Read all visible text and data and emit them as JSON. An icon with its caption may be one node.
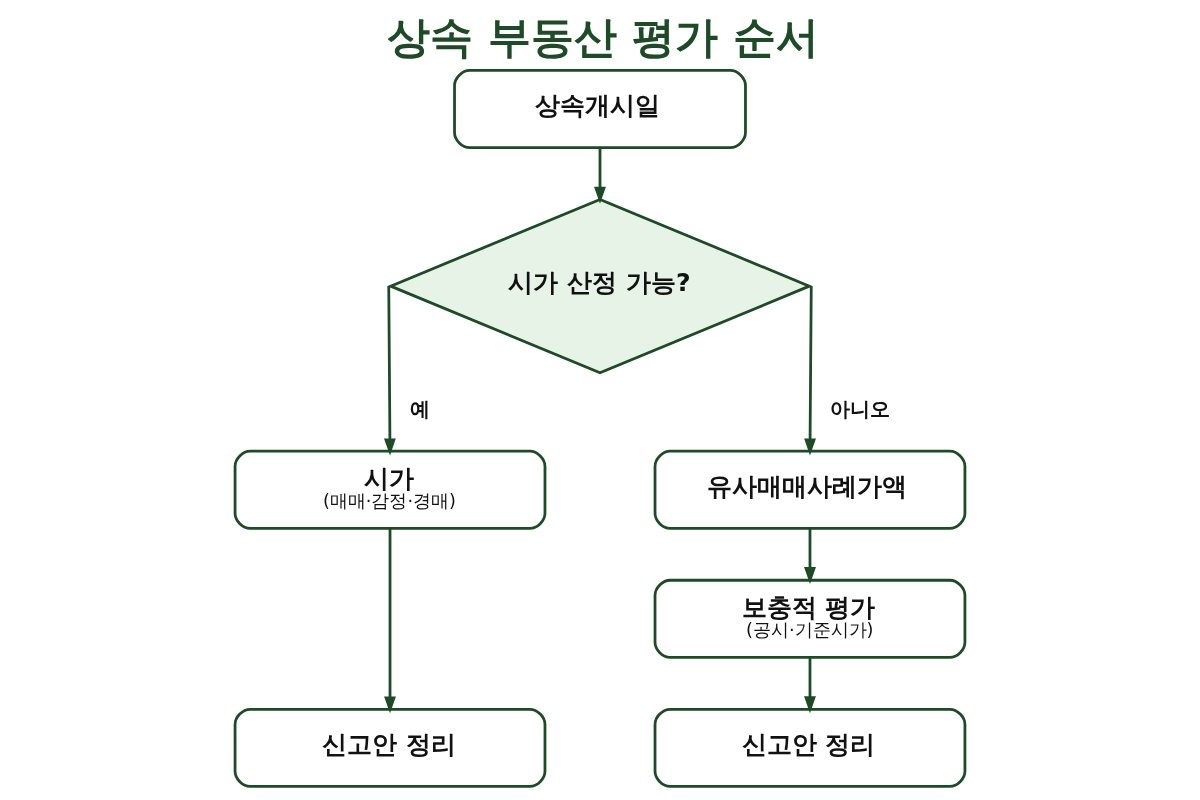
{
  "diagram": {
    "title": "상속 부동산 평가 순서",
    "nodes": [
      {
        "text": [
          "상속개시일"
        ]
      },
      {
        "text": [
          "시가 산정 가능?"
        ]
      },
      {
        "text": [
          "시가",
          "(매매·감정·경매)"
        ]
      },
      {
        "text": [
          "신고안 정리"
        ]
      },
      {
        "text": [
          "유사매매사례가액"
        ]
      },
      {
        "text": [
          "보충적 평가",
          "(공시·기준시가)"
        ]
      },
      {
        "text": [
          "신고안 정리"
        ]
      }
    ],
    "edges": [
      {
        "from": 0,
        "to": 1,
        "arrow": "to"
      },
      {
        "from": 1,
        "to": 2,
        "arrow": "to",
        "label": "예"
      },
      {
        "from": 1,
        "to": 4,
        "arrow": "to",
        "label": "아니오"
      },
      {
        "from": 2,
        "to": 3,
        "arrow": "to"
      },
      {
        "from": 4,
        "to": 5,
        "arrow": "to"
      },
      {
        "from": 5,
        "to": 6,
        "arrow": "to"
      }
    ]
  }
}
